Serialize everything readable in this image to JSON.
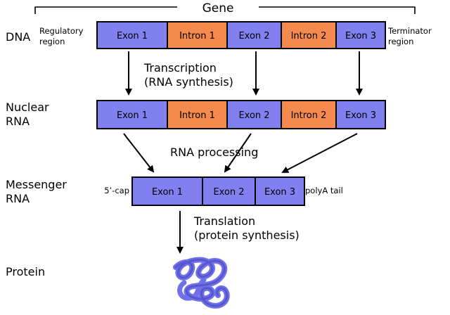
{
  "gene_label": "Gene",
  "rows": {
    "dna": {
      "label_lines": [
        "DNA"
      ]
    },
    "nuclear": {
      "label_lines": [
        "Nuclear",
        "RNA"
      ]
    },
    "messenger": {
      "label_lines": [
        "Messenger",
        "RNA"
      ]
    },
    "protein": {
      "label_lines": [
        "Protein"
      ]
    }
  },
  "dna_segments": [
    {
      "label": "Exon 1",
      "kind": "exon"
    },
    {
      "label": "Intron 1",
      "kind": "intron"
    },
    {
      "label": "Exon 2",
      "kind": "exon"
    },
    {
      "label": "Intron 2",
      "kind": "intron"
    },
    {
      "label": "Exon 3",
      "kind": "exon"
    }
  ],
  "nuclear_segments": [
    {
      "label": "Exon 1",
      "kind": "exon"
    },
    {
      "label": "Intron 1",
      "kind": "intron"
    },
    {
      "label": "Exon 2",
      "kind": "exon"
    },
    {
      "label": "Intron 2",
      "kind": "intron"
    },
    {
      "label": "Exon 3",
      "kind": "exon"
    }
  ],
  "mrna_segments": [
    {
      "label": "Exon 1",
      "kind": "exon"
    },
    {
      "label": "Exon 2",
      "kind": "exon"
    },
    {
      "label": "Exon 3",
      "kind": "exon"
    }
  ],
  "regulatory_lines": [
    "Regulatory",
    "region"
  ],
  "terminator_lines": [
    "Terminator",
    "region"
  ],
  "cap_label": "5’-cap",
  "polya_label": "polyA tail",
  "transcription_lines": [
    "Transcription",
    "(RNA synthesis)"
  ],
  "processing_label": "RNA processing",
  "translation_lines": [
    "Translation",
    "(protein synthesis)"
  ],
  "colors": {
    "exon": "#8080f0",
    "intron": "#f58a4e",
    "protein": "#7070e8",
    "stroke": "#000000"
  },
  "protein_icon": "protein-coil-icon"
}
